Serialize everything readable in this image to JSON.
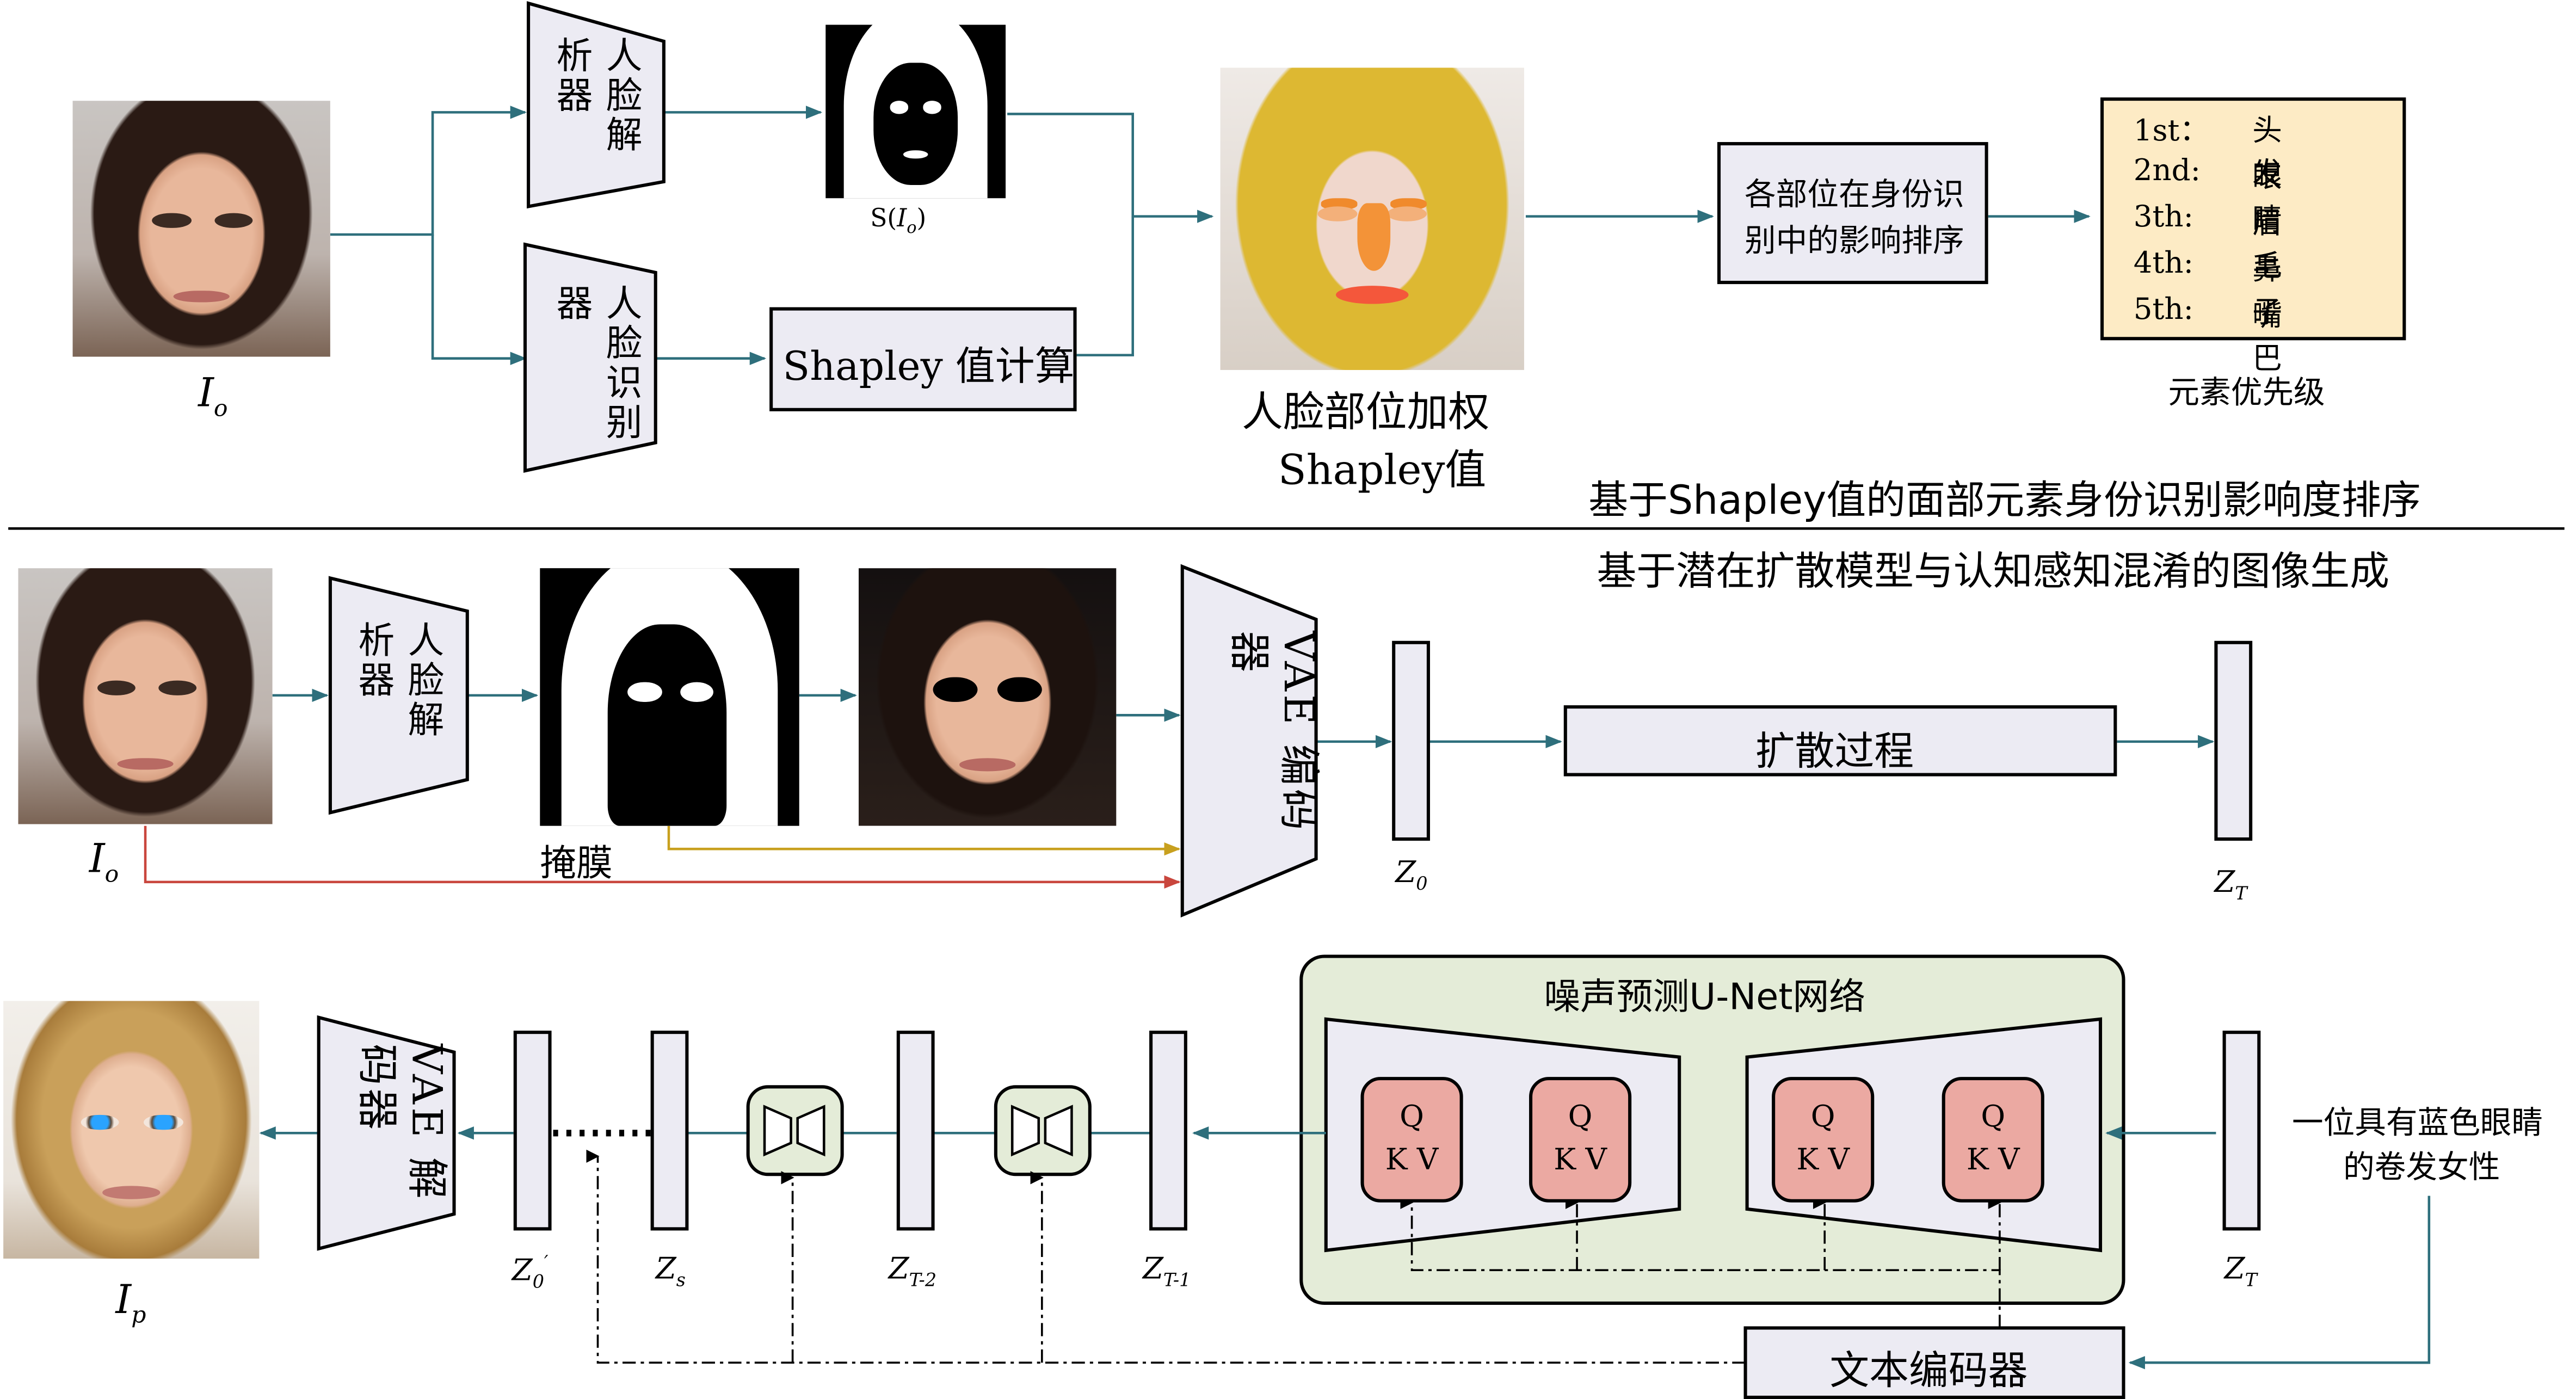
{
  "colors": {
    "arrow": "#2e6f7c",
    "mask_arrow": "#c8a01e",
    "input_arrow": "#c9463d",
    "module_fill": "#ecebf3",
    "unet_fill": "#e4ecd8",
    "qkv_fill": "#eba9a2",
    "priority_fill": "#fdebc5",
    "block_fill": "#e4ecd8"
  },
  "top": {
    "input_label": "I",
    "input_sub": "o",
    "parser_label": "人脸解析器",
    "recognizer_label": "人脸识别器",
    "mask_label_main": "S(",
    "mask_label_i": "I",
    "mask_label_sub": "o",
    "mask_label_end": ")",
    "shapley_box": "Shapley 值计算",
    "weighted_label_1": "人脸部位加权",
    "weighted_label_2": "Shapley值",
    "ranking_box": "各部位在身份识别中的影响排序",
    "priority": {
      "rows": [
        {
          "rank": "1st：",
          "part": "头发"
        },
        {
          "rank": "2nd:",
          "part": "眼睛"
        },
        {
          "rank": "3th:",
          "part": "眉毛"
        },
        {
          "rank": "4th:",
          "part": "鼻子"
        },
        {
          "rank": "5th:",
          "part": "嘴巴"
        }
      ],
      "caption": "元素优先级"
    },
    "section_title": "基于Shapley值的面部元素身份识别影响度排序"
  },
  "middle": {
    "section_title": "基于潜在扩散模型与认知感知混淆的图像生成",
    "input_label": "I",
    "input_sub": "o",
    "parser_label": "人脸解析器",
    "mask_label": "掩膜",
    "vae_encoder": "VAE 编码器",
    "z0_label": "Z",
    "z0_sub": "0",
    "diffusion_box": "扩散过程",
    "zt_label": "Z",
    "zt_sub": "T"
  },
  "bottom": {
    "output_label": "I",
    "output_sub": "p",
    "vae_decoder": "VAE 解码器",
    "z0p_label": "Z",
    "z0p_sub": "0",
    "z0p_prime": "′",
    "zs_label": "Z",
    "zs_sub": "s",
    "zt2_label": "Z",
    "zt2_sub": "T-2",
    "zt1_label": "Z",
    "zt1_sub": "T-1",
    "zt_label": "Z",
    "zt_sub": "T",
    "unet_title": "噪声预测U-Net网络",
    "qkv_top": "Q",
    "qkv_bottom": "K V",
    "text_encoder": "文本编码器",
    "prompt_line1": "一位具有蓝色眼睛",
    "prompt_line2": "的卷发女性"
  }
}
